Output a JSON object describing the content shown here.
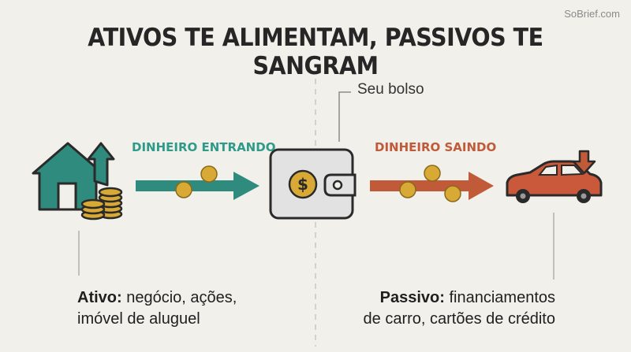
{
  "watermark": "SoBrief.com",
  "title": "ATIVOS TE ALIMENTAM, PASSIVOS TE SANGRAM",
  "pocket_label": "Seu bolso",
  "flow_in_label": "DINHEIRO ENTRANDO",
  "flow_out_label": "DINHEIRO SAINDO",
  "asset_caption": {
    "strong": "Ativo:",
    "line1_rest": " negócio, ações,",
    "line2": "imóvel de aluguel"
  },
  "liability_caption": {
    "strong": "Passivo:",
    "line1_rest": " financiamentos",
    "line2": "de carro, cartões de crédito"
  },
  "colors": {
    "asset_teal": "#2e8b7e",
    "liability_orange": "#c05a38",
    "coin_gold": "#d8aa35",
    "wallet_gray": "#e2e2e2",
    "car_red": "#c9593a"
  },
  "icons": [
    "house-icon",
    "up-arrow-icon",
    "coin-stack-icon",
    "wallet-icon",
    "dollar-coin-icon",
    "car-icon",
    "down-arrow-icon"
  ]
}
